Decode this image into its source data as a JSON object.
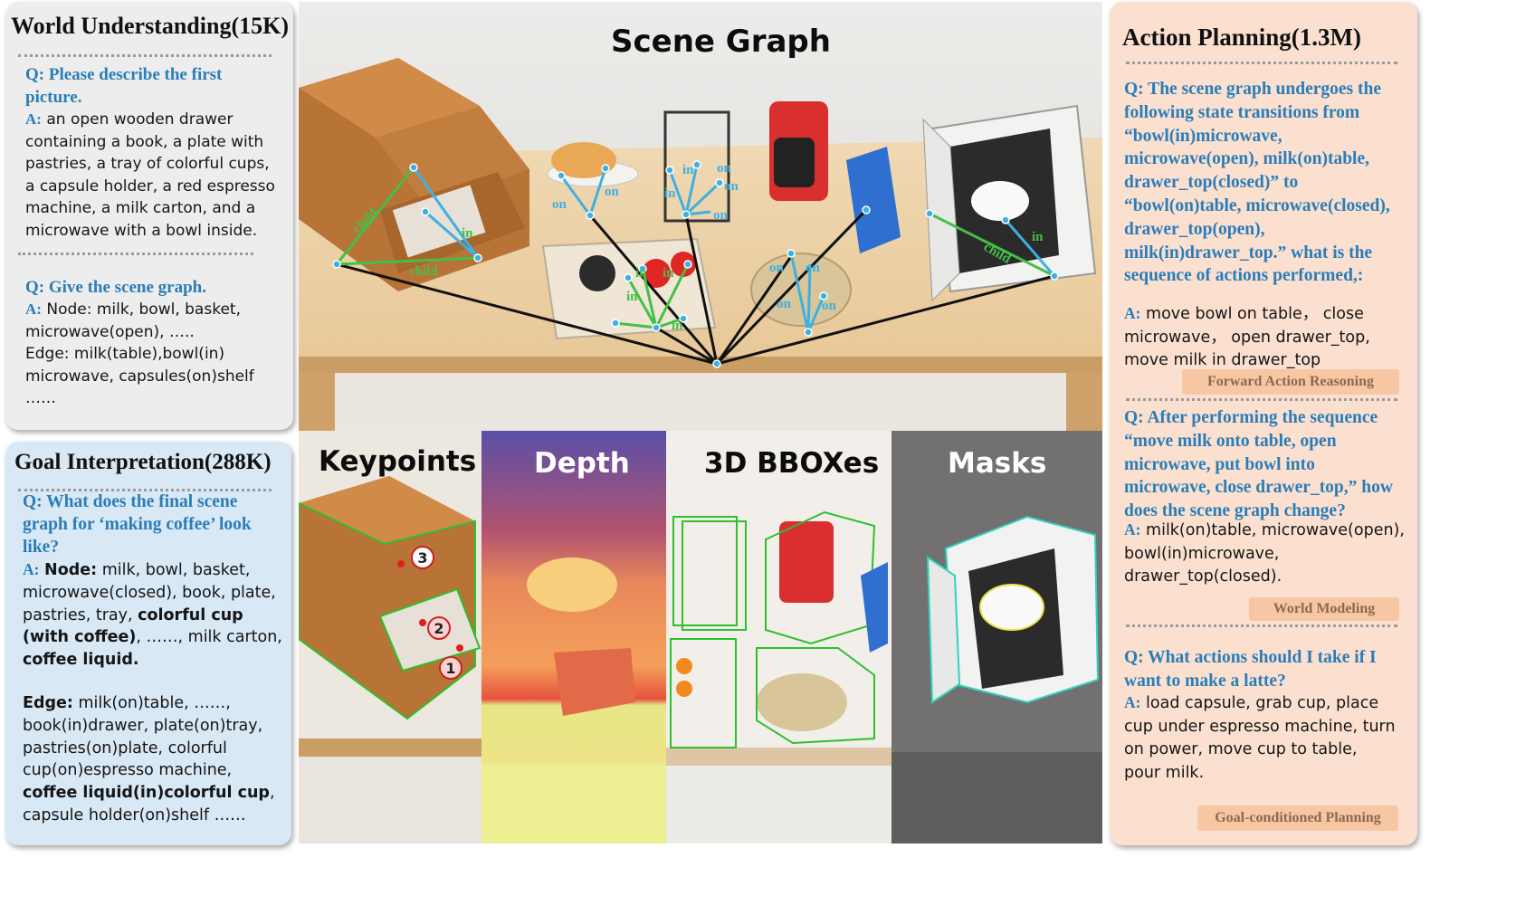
{
  "world_understanding": {
    "title": "World Understanding(15K)",
    "q1": "Q: Please describe the first picture.",
    "a1_label": "A:",
    "a1_text": " an open wooden drawer containing a book, a plate with pastries, a tray of colorful cups, a capsule holder, a red espresso machine, a milk carton, and a microwave with a bowl inside.",
    "q2": "Q: Give the scene graph.",
    "a2_label": "A:",
    "a2_line1": " Node: milk, bowl, basket,",
    "a2_line2": "microwave(open), …..",
    "a2_line3": "Edge: milk(table),bowl(in)",
    "a2_line4": "microwave, capsules(on)shelf",
    "a2_line5": "……"
  },
  "goal_interpretation": {
    "title": "Goal Interpretation(288K)",
    "q": "Q: What does the final scene graph for ‘making coffee’ look like?",
    "a_label": "A:",
    "node_label": "Node:",
    "node_text1": " milk, bowl, basket, microwave(closed), book, plate, pastries, tray, ",
    "node_bold": "colorful cup (with coffee)",
    "node_text2": ", ……, milk carton, ",
    "node_bold2": "coffee liquid.",
    "edge_label": "Edge:",
    "edge_text1": " milk(on)table, ……, book(in)drawer, plate(on)tray, pastries(on)plate, colorful cup(on)espresso machine, ",
    "edge_bold": "coffee liquid(in)colorful cup",
    "edge_text2": ", capsule holder(on)shelf ……"
  },
  "action_planning": {
    "title": "Action Planning(1.3M)",
    "q1": "Q: The scene graph undergoes the following state transitions from “bowl(in)microwave, microwave(open), milk(on)table, drawer_top(closed)” to “bowl(on)table, microwave(closed), drawer_top(open), milk(in)drawer_top.” what is the sequence of actions performed,:",
    "a1_label": "A:",
    "a1_text": " move bowl on table， close microwave， open drawer_top, move milk in drawer_top",
    "tag1": "Forward Action Reasoning",
    "q2": "Q: After performing the sequence “move milk onto table, open microwave, put bowl into microwave, close drawer_top,” how does the scene graph change?",
    "a2_label": "A:",
    "a2_text": " milk(on)table, microwave(open), bowl(in)microwave, drawer_top(closed).",
    "tag2": "World Modeling",
    "q3": "Q: What actions should I take if I want to make a latte?",
    "a3_label": "A:",
    "a3_text": " load capsule, grab cup, place cup under espresso machine, turn on power, move cup to table, pour milk.",
    "tag3": "Goal-conditioned Planning"
  },
  "scene": {
    "title": "Scene Graph",
    "edge_labels": [
      "child",
      "in",
      "child",
      "on",
      "on",
      "in",
      "on",
      "on",
      "on",
      "in",
      "in",
      "in",
      "in",
      "in",
      "on",
      "on",
      "on",
      "on",
      "in",
      "child"
    ]
  },
  "bottom": {
    "keypoints": "Keypoints",
    "depth": "Depth",
    "bboxes": "3D BBOXes",
    "masks": "Masks",
    "kp_numbers": [
      "1",
      "2",
      "3"
    ]
  },
  "colors": {
    "left_top_bg": "#ededed",
    "left_bottom_bg": "#d9e8f5",
    "right_bg": "#fbe0d0",
    "question_blue": "#2a7db8",
    "graph_green": "#44c046",
    "graph_blue": "#3fb0e2"
  }
}
